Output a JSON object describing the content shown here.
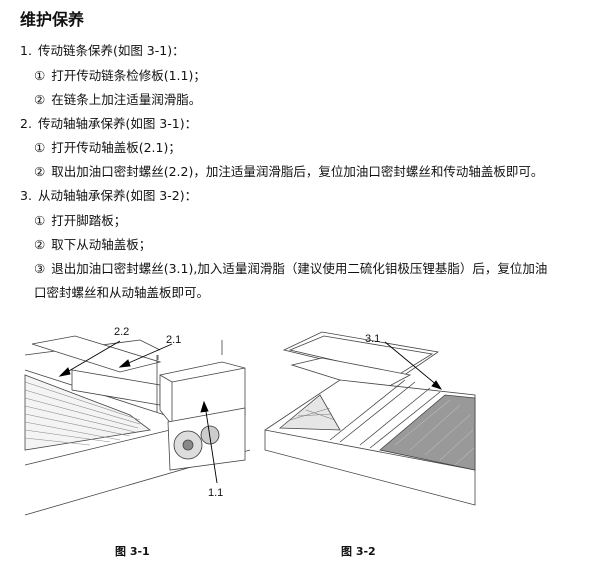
{
  "title": "维护保养",
  "sections": [
    {
      "num": "1.",
      "text": "传动链条保养(如图 3-1)：",
      "steps": [
        {
          "mark": "①",
          "text": "打开传动链条检修板(1.1)；"
        },
        {
          "mark": "②",
          "text": "在链条上加注适量润滑脂。"
        }
      ]
    },
    {
      "num": "2.",
      "text": "传动轴轴承保养(如图 3-1)：",
      "steps": [
        {
          "mark": "①",
          "text": "打开传动轴盖板(2.1)；"
        },
        {
          "mark": "②",
          "text": "取出加油口密封螺丝(2.2)，加注适量润滑脂后，复位加油口密封螺丝和传动轴盖板即可。"
        }
      ]
    },
    {
      "num": "3.",
      "text": "从动轴轴承保养(如图 3-2)：",
      "steps": [
        {
          "mark": "①",
          "text": "打开脚踏板；"
        },
        {
          "mark": "②",
          "text": "取下从动轴盖板；"
        },
        {
          "mark": "③",
          "text": "退出加油口密封螺丝(3.1),加入适量润滑脂（建议使用二硫化钼极压锂基脂）后，复位加油",
          "cont": "口密封螺丝和从动轴盖板即可。"
        }
      ]
    }
  ],
  "figures": [
    {
      "caption": "图 3-1",
      "labels": [
        "2.2",
        "2.1",
        "1.1"
      ]
    },
    {
      "caption": "图 3-2",
      "labels": [
        "3.1"
      ]
    }
  ]
}
